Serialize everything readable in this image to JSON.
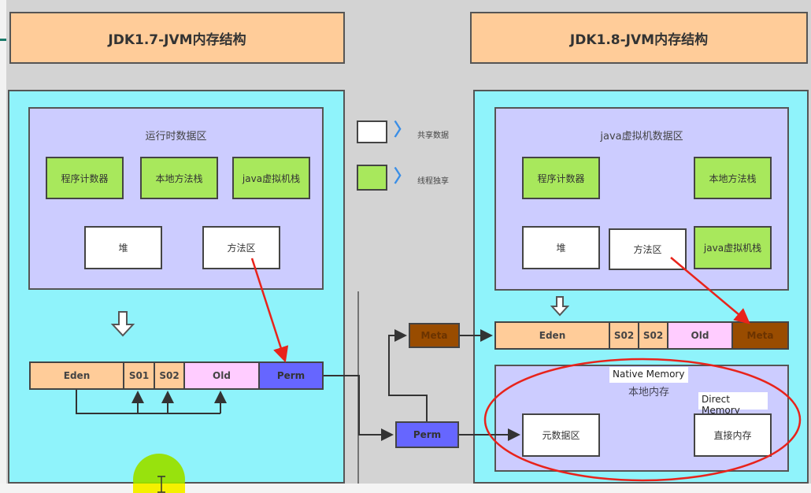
{
  "left": {
    "title": "JDK1.7-JVM内存结构",
    "region_title": "运行时数据区",
    "thread_boxes": [
      "程序计数器",
      "本地方法栈",
      "java虚拟机栈"
    ],
    "shared_boxes": [
      "堆",
      "方法区"
    ],
    "heap_bar": [
      "Eden",
      "S01",
      "S02",
      "Old",
      "Perm"
    ]
  },
  "right": {
    "title": "JDK1.8-JVM内存结构",
    "region_title": "java虚拟机数据区",
    "thread_boxes": [
      "程序计数器",
      "本地方法栈",
      "java虚拟机栈"
    ],
    "shared_boxes": [
      "堆",
      "方法区"
    ],
    "heap_bar": [
      "Eden",
      "S02",
      "S02",
      "Old",
      "Meta"
    ],
    "native": {
      "label_en": "Native Memory",
      "label_cn": "本地内存",
      "direct_label": "Direct Memory",
      "boxes": [
        "元数据区",
        "直接内存"
      ]
    }
  },
  "legend": [
    {
      "label": "共享数据",
      "color": "#ffffff"
    },
    {
      "label": "线程独享",
      "color": "#a8e85c"
    }
  ],
  "middle": {
    "meta_label": "Meta",
    "perm_label": "Perm"
  },
  "colors": {
    "title_bg": "#ffcc99",
    "panel_bg": "#8ff3fb",
    "region_bg": "#ccccff",
    "thread_private": "#a8e85c",
    "shared": "#ffffff",
    "perm": "#6666ff",
    "meta": "#994c00",
    "old": "#ffccff",
    "annotation": "#e8231b"
  }
}
